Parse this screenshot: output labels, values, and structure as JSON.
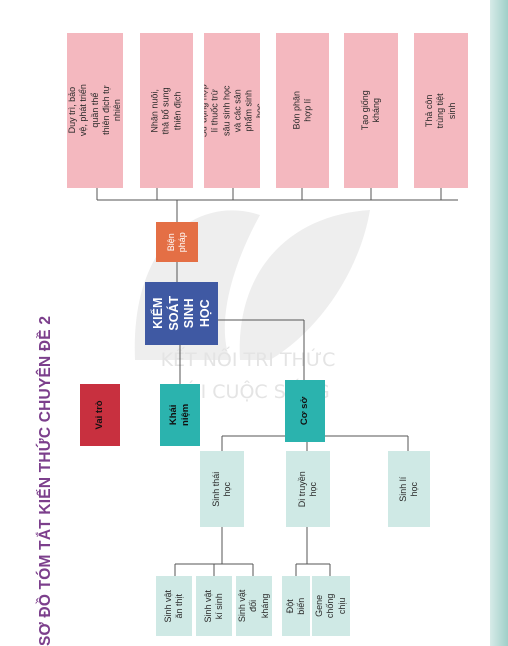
{
  "title": "SƠ ĐỒ TÓM TẮT KIẾN THỨC CHUYÊN ĐỀ 2",
  "watermark": {
    "line1": "KẾT NỐI TRI THỨC",
    "line2": "VỚI CUỘC SỐNG"
  },
  "center": "KIỂM SOÁT SINH HỌC",
  "branches": {
    "bien_phap": "Biện pháp",
    "vai_tro": "Vai trò",
    "khai_niem": "Khái niệm",
    "co_so": "Cơ sở"
  },
  "measures": [
    "Duy trì, bảo vệ, phát triển quần thể thiên địch tự nhiên",
    "Nhân nuôi, thả bổ sung thiên địch",
    "Sử dụng hợp lí thuốc trừ sâu sinh học và các sản phẩm sinh học",
    "Bón phân hợp lí",
    "Tạo giống kháng",
    "Thả côn trùng tiệt sinh"
  ],
  "bases": [
    "Sinh thái học",
    "Di truyền học",
    "Sinh lí học"
  ],
  "ecology_items": [
    "Sinh vật ăn thịt",
    "Sinh vật kí sinh",
    "Sinh vật đối kháng"
  ],
  "genetics_items": [
    "Đột biến",
    "Gene chống chịu"
  ],
  "colors": {
    "pink": "#f4b8bf",
    "mint": "#cfe9e5",
    "teal": "#2bb3ae",
    "orange": "#e46f45",
    "navy": "#3f59a3",
    "red": "#c8303f",
    "title": "#7c3f8c"
  }
}
